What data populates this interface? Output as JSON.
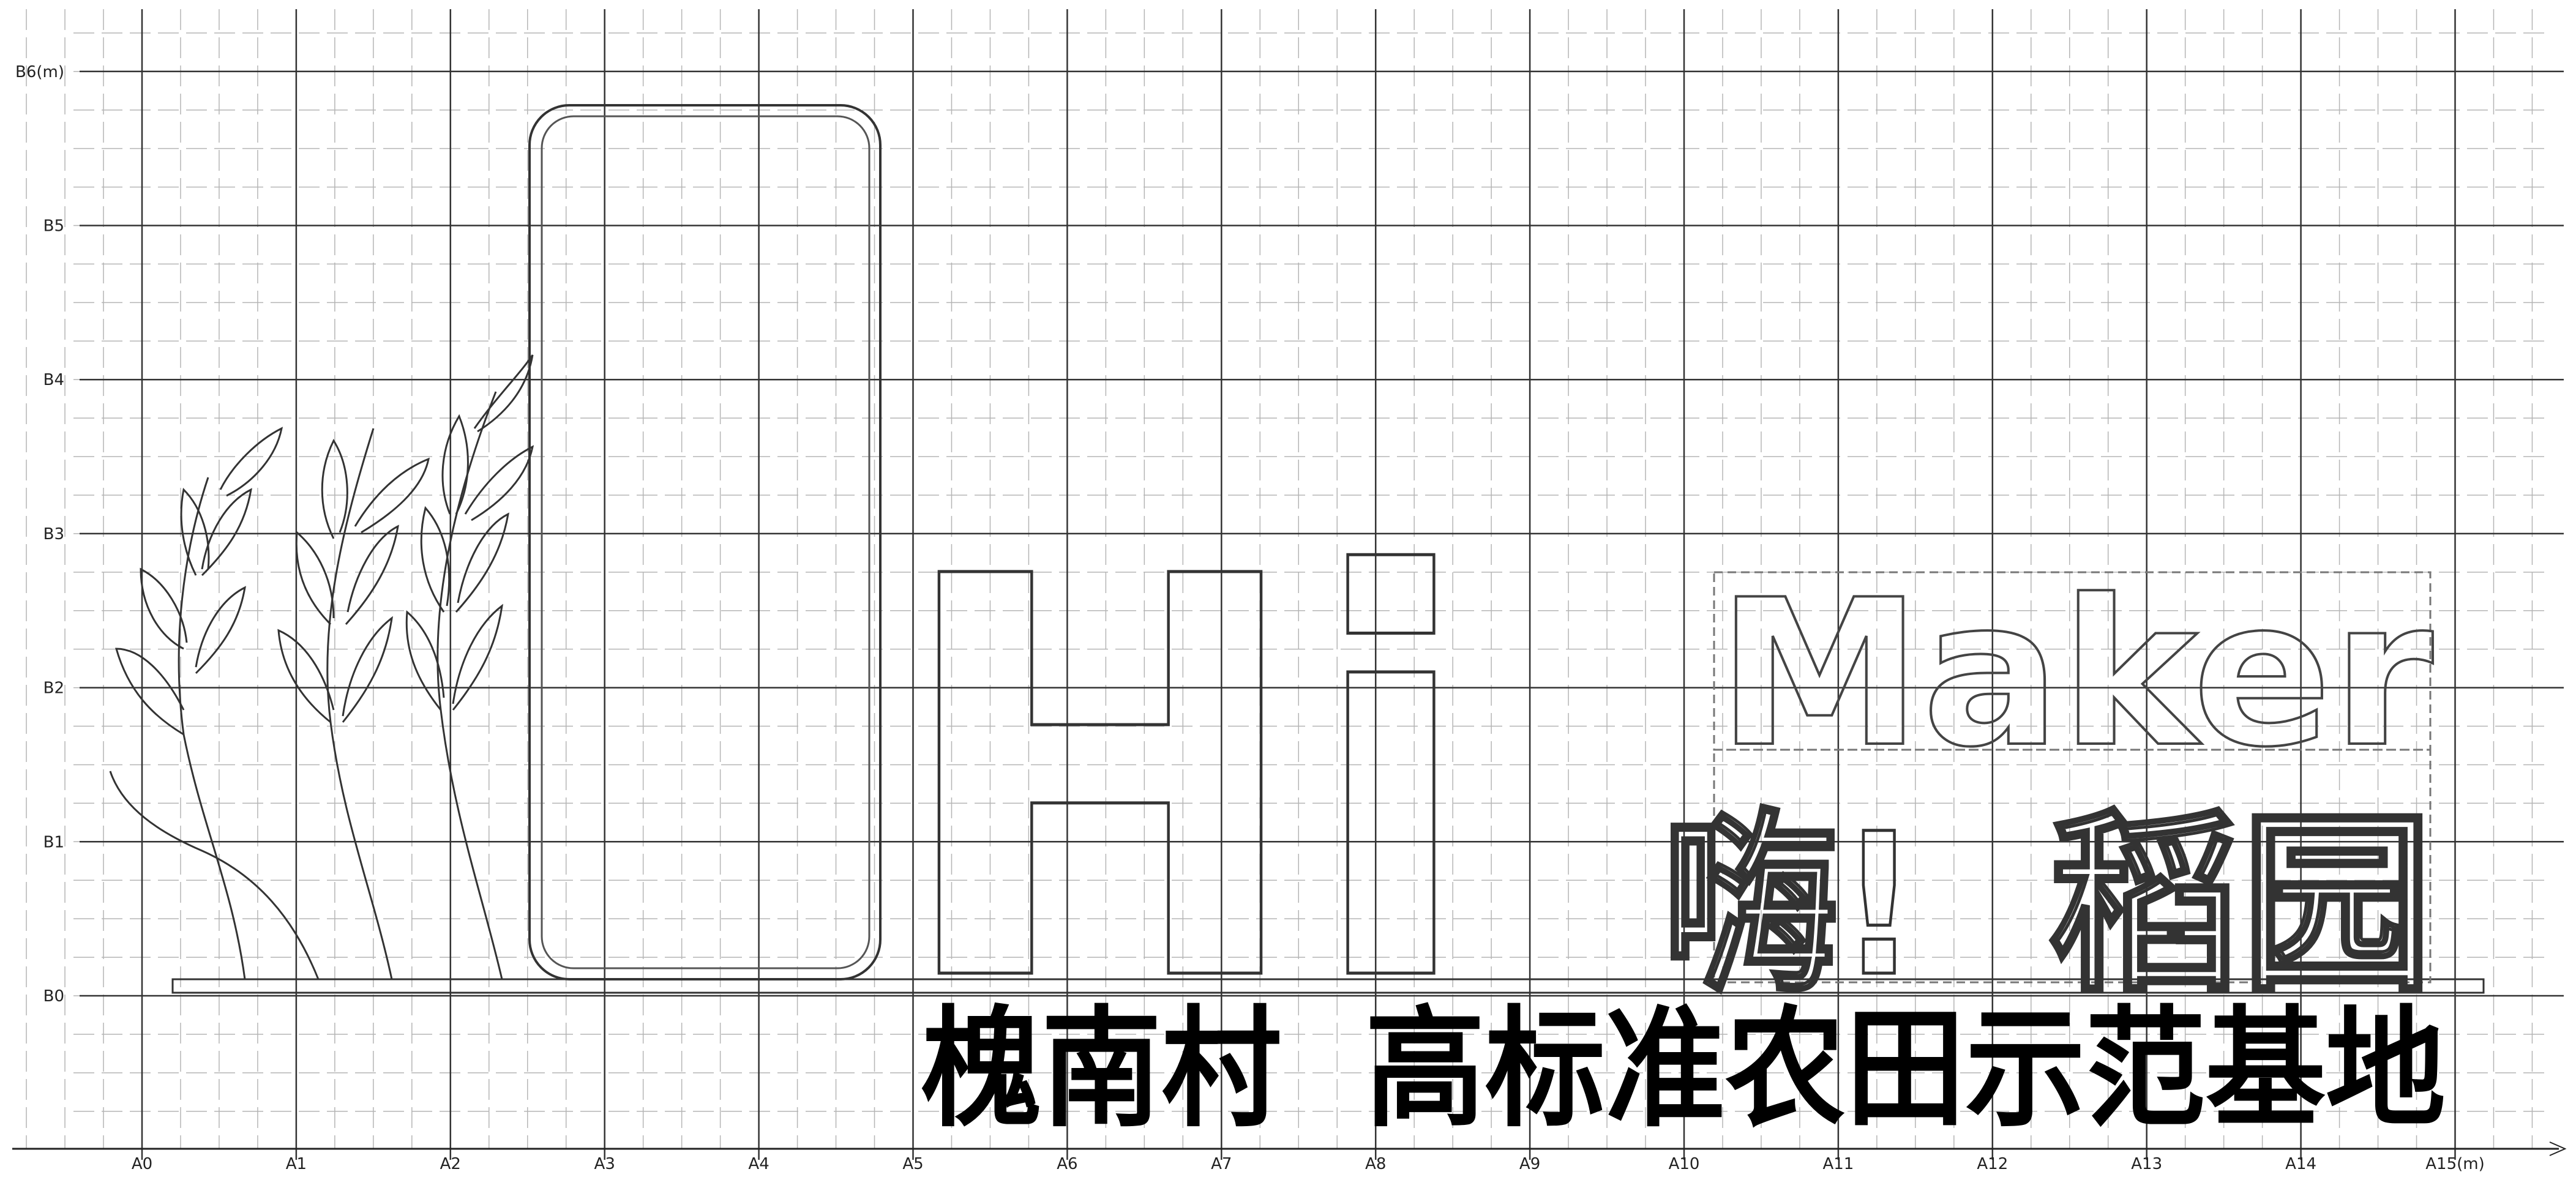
{
  "diagram": {
    "x_axis_labels": [
      "A0",
      "A1",
      "A2",
      "A3",
      "A4",
      "A5",
      "A6",
      "A7",
      "A8",
      "A9",
      "A10",
      "A11",
      "A12",
      "A13",
      "A14",
      "A15(m)"
    ],
    "y_axis_labels": [
      "B0",
      "B1",
      "B2",
      "B3",
      "B4",
      "B5",
      "B6(m)"
    ],
    "sign": {
      "hi_text": "Hi",
      "maker_text": "Maker",
      "hai_text": "嗨!",
      "dao_yuan_text": "稻园",
      "banner_text": "槐南村  高标准农田示范基地"
    }
  }
}
